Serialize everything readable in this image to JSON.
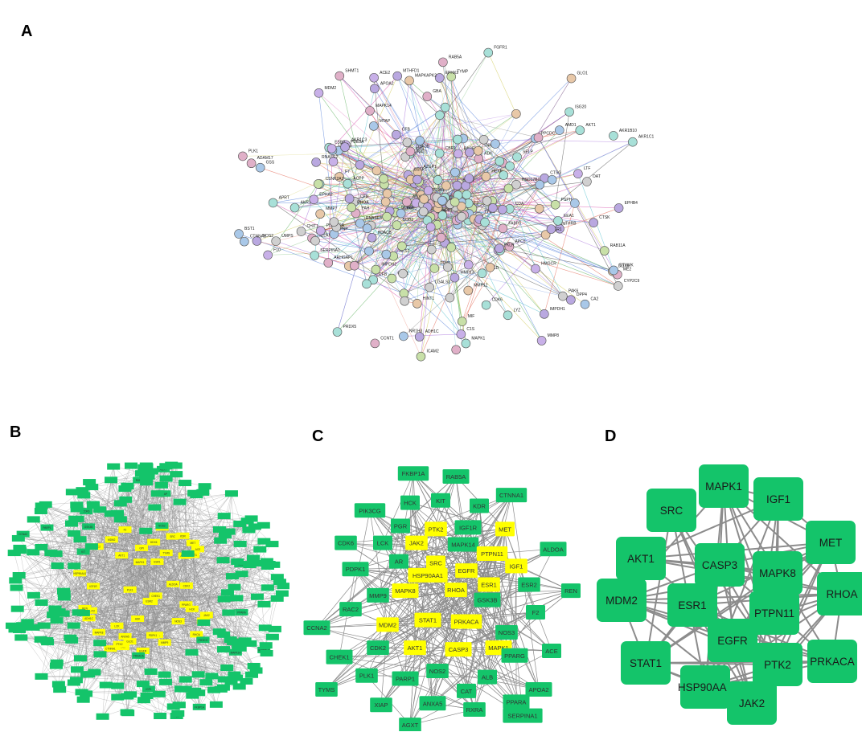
{
  "panel_labels": {
    "a": "A",
    "b": "B",
    "c": "C",
    "d": "D"
  },
  "colors": {
    "green": "#14c46a",
    "yellow": "#ffff00",
    "edge": "#8c8c8c"
  },
  "panel_a": {
    "labels": [
      "AKR1C2",
      "APC5",
      "PIM1",
      "DDX6",
      "STS",
      "NR1H3",
      "AZGP1",
      "CFD",
      "ANG",
      "RNASE2",
      "PYGL",
      "AKR1C1",
      "HMGCR",
      "HSD17B1",
      "SERPINA1",
      "CFB",
      "MMP8",
      "RNASE3",
      "F7",
      "IMPDH1",
      "IMPDH2",
      "ME2",
      "GPI",
      "PAH",
      "AKR1C3",
      "TYMP",
      "PKLR",
      "SORD",
      "THRB",
      "APOA2",
      "CTSG",
      "ELANE",
      "F10",
      "PLA2G2A",
      "TPH1",
      "CBR1",
      "ADH1C",
      "GLO1",
      "AKR1B10",
      "EPHX2",
      "CYP19A1",
      "CMA1",
      "MMP12",
      "ACE2",
      "ICAM2",
      "PSPH",
      "LDHB",
      "CYP2C9",
      "NOS2",
      "ESR2",
      "DPP4",
      "SELP",
      "CDA",
      "MTHFD1",
      "SHMT1",
      "MAPK1",
      "CCL5",
      "BCAT2",
      "GSS",
      "ADK",
      "AGXT",
      "HINT1",
      "ESR1",
      "MMP13",
      "BACE1",
      "UCK2",
      "GSTP1",
      "SOD2",
      "MMP7",
      "EPHB4",
      "UMPS",
      "PRDX5",
      "MAPKAPK2",
      "LGALS3",
      "DTYMK",
      "TYMS",
      "CTSD",
      "CTSK",
      "PNP",
      "ADAM17",
      "CSNK2A1",
      "CA2",
      "MAPK14",
      "AKT1",
      "CTNNA1",
      "PPCDC",
      "APRT",
      "FGFR1",
      "PLK1",
      "MDM2",
      "FGF1",
      "OAT",
      "MTAP",
      "RAB5A",
      "EPHA2",
      "ISG20",
      "SRM",
      "BST1",
      "NMNAT1",
      "GSK3B",
      "CDK6",
      "DAPK1",
      "LTF",
      "EEA1",
      "LYZ",
      "C1S",
      "CCNT1",
      "PDE5A",
      "TNK2",
      "CFB",
      "AMD1",
      "FABP3",
      "RHOA",
      "ARHGAP1",
      "ARF1",
      "RAB11A",
      "CHIT1",
      "HEXB",
      "HDAC8",
      "CDK5R1",
      "PAK6",
      "BIRC7",
      "ACPP",
      "NCS1",
      "GBA",
      "MIF"
    ]
  },
  "panel_b": {
    "labels": [
      "BCAT2",
      "PYGL",
      "APC5",
      "DDX6",
      "MET",
      "ADK",
      "ADH1C",
      "GLO1",
      "PAH",
      "GPI",
      "TYMS",
      "PLK1",
      "CHEK1",
      "CAT",
      "ANXA5",
      "MDM2",
      "IGF1R",
      "CDK2",
      "ALDOA",
      "LCK",
      "KDR",
      "PDPK1",
      "RAC2",
      "EGFR",
      "SRC",
      "AKT1",
      "HSP90AA1",
      "CASP3",
      "ESR1",
      "JAK2",
      "PTK2",
      "MAPK8",
      "RHOA",
      "STAT1",
      "MAPK1",
      "PPARG",
      "NOS3",
      "ESR2",
      "MMP9",
      "CTNNA1",
      "HCK",
      "ACE",
      "APOA2",
      "F2",
      "REN",
      "SERPINA1",
      "PTPN11",
      "IGF1",
      "PRKACA",
      "GSK3B",
      "CCNA2",
      "XIAP",
      "PARP1",
      "NOS2",
      "ALB",
      "CDK6",
      "PGR",
      "PIK3CG",
      "RAB5A",
      "FKBP1A",
      "KIT",
      "AR",
      "PPARA",
      "RXRA",
      "AGXT",
      "MAPK14"
    ]
  },
  "panel_c": {
    "nodes": [
      {
        "label": "FKBP1A",
        "color": "green"
      },
      {
        "label": "RAB5A",
        "color": "green"
      },
      {
        "label": "HCK",
        "color": "green"
      },
      {
        "label": "KIT",
        "color": "green"
      },
      {
        "label": "KDR",
        "color": "green"
      },
      {
        "label": "CTNNA1",
        "color": "green"
      },
      {
        "label": "PIK3CG",
        "color": "green"
      },
      {
        "label": "PGR",
        "color": "green"
      },
      {
        "label": "PTK2",
        "color": "yellow"
      },
      {
        "label": "IGF1R",
        "color": "green"
      },
      {
        "label": "MET",
        "color": "yellow"
      },
      {
        "label": "CDK6",
        "color": "green"
      },
      {
        "label": "LCK",
        "color": "green"
      },
      {
        "label": "JAK2",
        "color": "yellow"
      },
      {
        "label": "MAPK14",
        "color": "green"
      },
      {
        "label": "PTPN11",
        "color": "yellow"
      },
      {
        "label": "ALDOA",
        "color": "green"
      },
      {
        "label": "AR",
        "color": "green"
      },
      {
        "label": "SRC",
        "color": "yellow"
      },
      {
        "label": "IGF1",
        "color": "yellow"
      },
      {
        "label": "PDPK1",
        "color": "green"
      },
      {
        "label": "EGFR",
        "color": "yellow"
      },
      {
        "label": "HSP90AA1",
        "color": "yellow"
      },
      {
        "label": "MAPK8",
        "color": "yellow"
      },
      {
        "label": "RHOA",
        "color": "yellow"
      },
      {
        "label": "ESR1",
        "color": "yellow"
      },
      {
        "label": "ESR2",
        "color": "green"
      },
      {
        "label": "MMP9",
        "color": "green"
      },
      {
        "label": "REN",
        "color": "green"
      },
      {
        "label": "RAC2",
        "color": "green"
      },
      {
        "label": "GSK3B",
        "color": "green"
      },
      {
        "label": "MDM2",
        "color": "yellow"
      },
      {
        "label": "STAT1",
        "color": "yellow"
      },
      {
        "label": "PRKACA",
        "color": "yellow"
      },
      {
        "label": "CCNA2",
        "color": "green"
      },
      {
        "label": "NOS3",
        "color": "green"
      },
      {
        "label": "F2",
        "color": "green"
      },
      {
        "label": "CDK2",
        "color": "green"
      },
      {
        "label": "AKT1",
        "color": "yellow"
      },
      {
        "label": "CASP3",
        "color": "yellow"
      },
      {
        "label": "MAPK1",
        "color": "yellow"
      },
      {
        "label": "CHEK1",
        "color": "green"
      },
      {
        "label": "PPARG",
        "color": "green"
      },
      {
        "label": "ACE",
        "color": "green"
      },
      {
        "label": "TYMS",
        "color": "green"
      },
      {
        "label": "PLK1",
        "color": "green"
      },
      {
        "label": "NOS2",
        "color": "green"
      },
      {
        "label": "ALB",
        "color": "green"
      },
      {
        "label": "PARP1",
        "color": "green"
      },
      {
        "label": "CAT",
        "color": "green"
      },
      {
        "label": "APOA2",
        "color": "green"
      },
      {
        "label": "PPARA",
        "color": "green"
      },
      {
        "label": "XIAP",
        "color": "green"
      },
      {
        "label": "ANXA5",
        "color": "green"
      },
      {
        "label": "RXRA",
        "color": "green"
      },
      {
        "label": "SERPINA1",
        "color": "green"
      },
      {
        "label": "AGXT",
        "color": "green"
      }
    ]
  },
  "panel_d": {
    "nodes": [
      {
        "label": "MAPK1"
      },
      {
        "label": "IGF1"
      },
      {
        "label": "SRC"
      },
      {
        "label": "MET"
      },
      {
        "label": "AKT1"
      },
      {
        "label": "CASP3"
      },
      {
        "label": "MAPK8"
      },
      {
        "label": "RHOA"
      },
      {
        "label": "MDM2"
      },
      {
        "label": "ESR1"
      },
      {
        "label": "PTPN11"
      },
      {
        "label": "EGFR"
      },
      {
        "label": "STAT1"
      },
      {
        "label": "PTK2"
      },
      {
        "label": "PRKACA"
      },
      {
        "label": "HSP90AA1"
      },
      {
        "label": "JAK2"
      }
    ]
  }
}
